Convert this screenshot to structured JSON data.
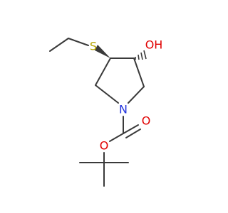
{
  "atoms": {
    "sulfur": {
      "label": "S",
      "color": "#b5a300"
    },
    "hydroxyl": {
      "label": "OH",
      "color": "#e00000"
    },
    "nitrogen": {
      "label": "N",
      "color": "#2233dd"
    },
    "ester_oxygen": {
      "label": "O",
      "color": "#e00000"
    },
    "carbonyl_oxygen": {
      "label": "O",
      "color": "#e00000"
    }
  },
  "bond_color": "#3a3a3a"
}
